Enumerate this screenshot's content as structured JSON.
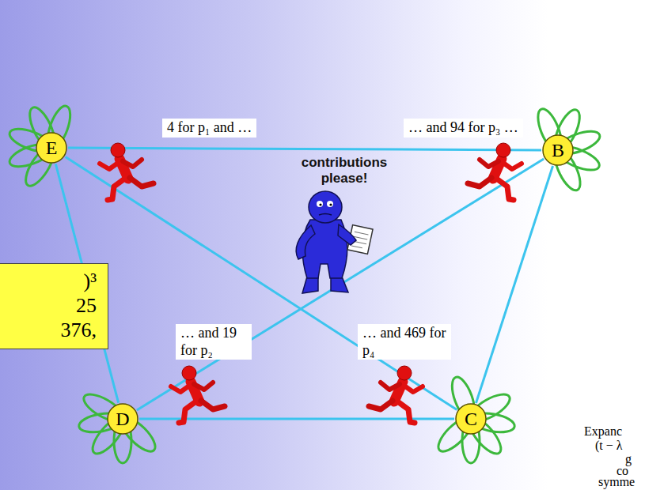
{
  "diagram": {
    "nodes": [
      {
        "text": [
          "E"
        ]
      },
      {
        "text": [
          "B"
        ]
      },
      {
        "text": [
          ")³",
          "25",
          "376,"
        ]
      },
      {
        "text": [
          "D"
        ]
      },
      {
        "text": [
          "C"
        ]
      }
    ],
    "edges": [
      {
        "from": 0,
        "to": 1,
        "arrow": "none"
      },
      {
        "from": 0,
        "to": 3,
        "arrow": "none"
      },
      {
        "from": 0,
        "to": 4,
        "arrow": "none"
      },
      {
        "from": 1,
        "to": 3,
        "arrow": "none"
      },
      {
        "from": 1,
        "to": 4,
        "arrow": "none"
      },
      {
        "from": 3,
        "to": 4,
        "arrow": "none"
      }
    ],
    "labels": [
      "4 for p₁ and …",
      "… and 94 for p₃ …",
      "contributions please!",
      "… and 19 for p₂",
      "… and 469 for p₄",
      "Expanc",
      "(t − λ",
      "g",
      "co",
      "symme"
    ]
  }
}
